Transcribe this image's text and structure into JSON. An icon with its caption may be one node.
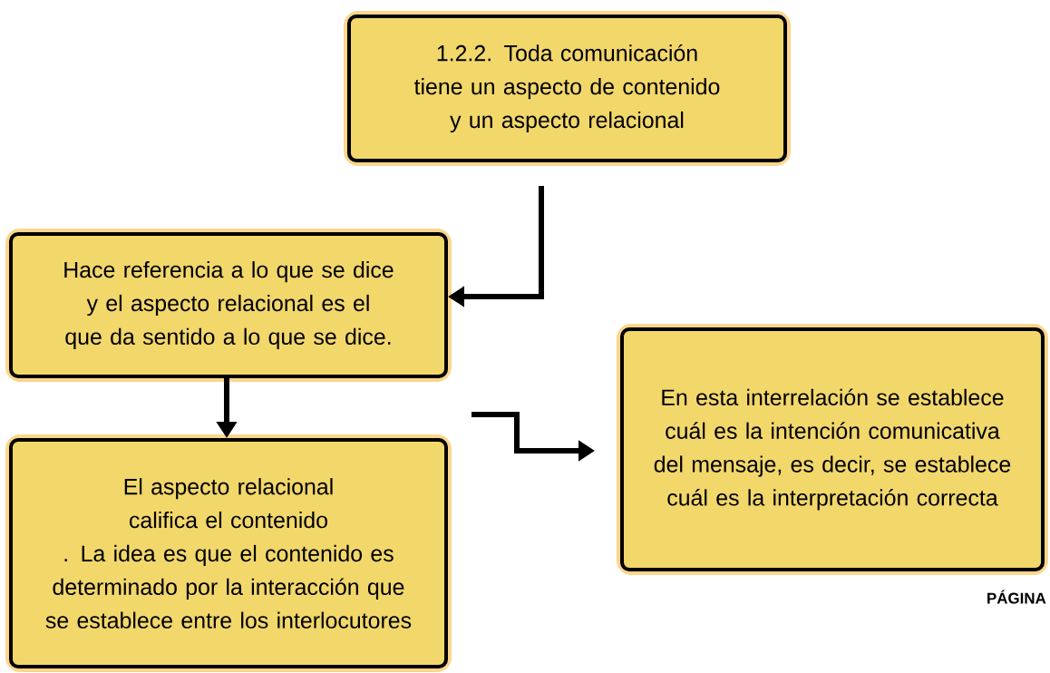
{
  "diagram": {
    "nodes": [
      {
        "text": [
          "1.2.2. Toda comunicación tiene un aspecto de contenido y un aspecto relacional"
        ]
      },
      {
        "text": [
          "Hace referencia a lo que se dice y el aspecto relacional es el que da sentido a lo que se dice."
        ]
      },
      {
        "text": [
          "El aspecto relacional califica el contenido",
          ". La idea es que el contenido es determinado por la interacción que se establece entre los interlocutores"
        ]
      },
      {
        "text": [
          "En esta interrelación se establece cuál es la intención comunicativa del mensaje, es decir, se establece cuál es la interpretación correcta"
        ]
      }
    ],
    "edges": [
      {
        "from": 0,
        "to": 1,
        "arrow": "to"
      },
      {
        "from": 1,
        "to": 2,
        "arrow": "to"
      },
      {
        "from": null,
        "to": 3,
        "arrow": "to"
      }
    ],
    "labels": [
      "PÁGINA"
    ]
  }
}
